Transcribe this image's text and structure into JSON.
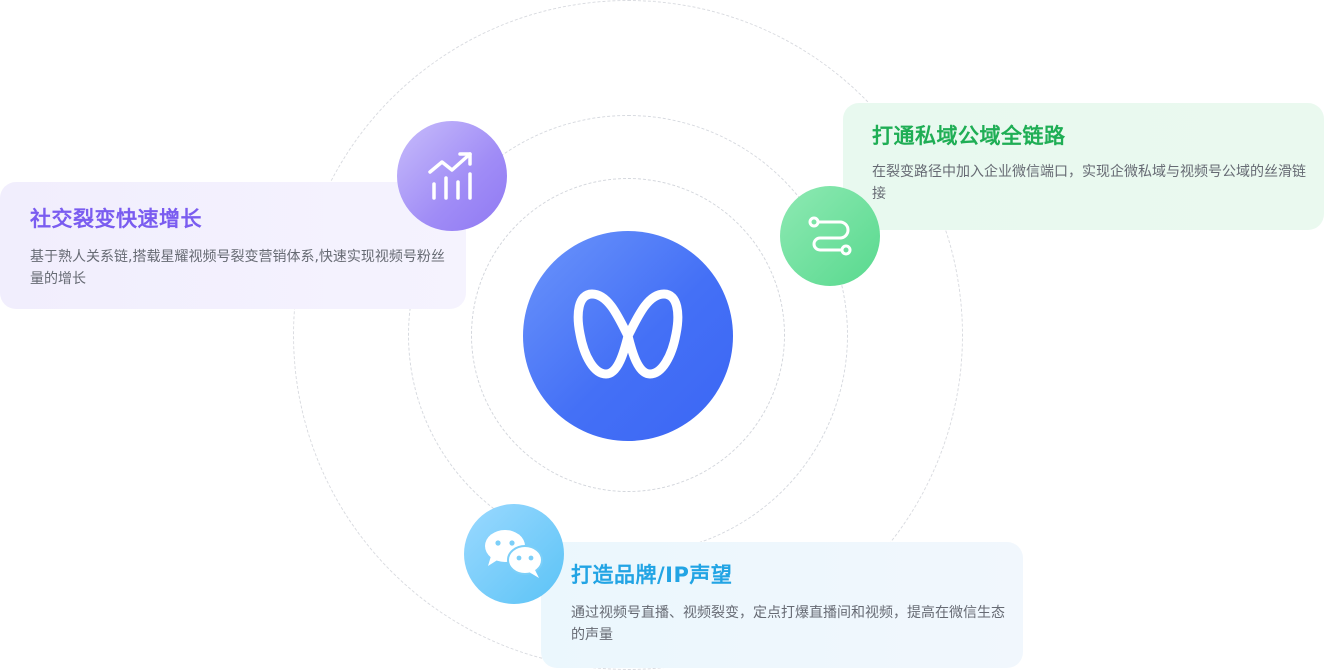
{
  "center": {
    "logo_icon": "infinity-logo-icon"
  },
  "cards": {
    "growth": {
      "title": "社交裂变快速增长",
      "description": "基于熟人关系链,搭载星耀视频号裂变营销体系,快速实现视频号粉丝量的增长",
      "icon": "growth-chart-icon",
      "accent": "#7a5cf0"
    },
    "private_domain": {
      "title": "打通私域公域全链路",
      "description": "在裂变路径中加入企业微信端口，实现企微私域与视频号公域的丝滑链接",
      "icon": "link-path-icon",
      "accent": "#1fae55"
    },
    "brand": {
      "title": "打造品牌/IP声望",
      "description": "通过视频号直播、视频裂变，定点打爆直播间和视频，提高在微信生态的声量",
      "icon": "wechat-icon",
      "accent": "#22a4e4"
    }
  }
}
